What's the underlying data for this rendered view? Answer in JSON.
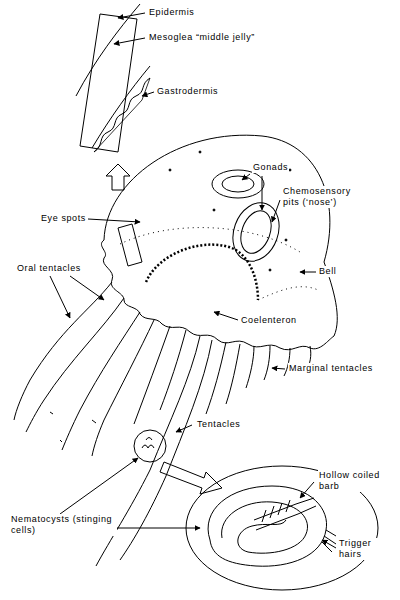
{
  "diagram": {
    "labels": [
      "Epidermis",
      "Mesoglea “middle jelly”",
      "Gastrodermis",
      "Eye spots",
      "Gonads",
      "Chemosensory pits (‘nose’)",
      "Bell",
      "Oral tentacles",
      "Coelenteron",
      "Marginal tentacles",
      "Tentacles",
      "Hollow coiled barb",
      "Nematocysts (stinging cells)",
      "Trigger hairs"
    ]
  }
}
